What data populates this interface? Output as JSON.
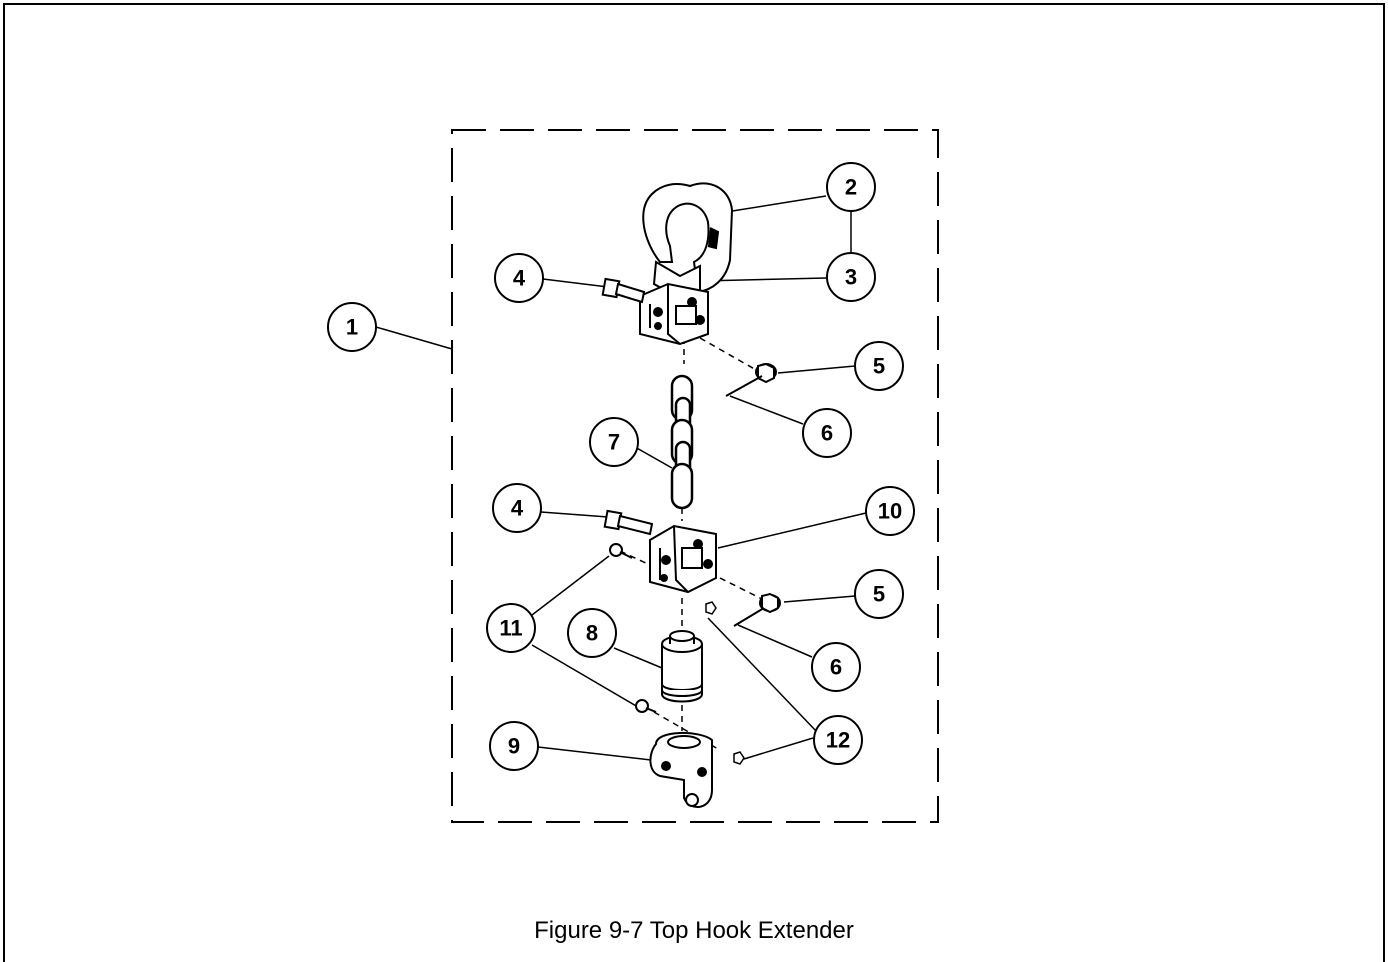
{
  "figure": {
    "caption": "Figure 9-7 Top Hook Extender"
  },
  "callouts": {
    "c1": "1",
    "c2": "2",
    "c3": "3",
    "c4a": "4",
    "c4b": "4",
    "c5a": "5",
    "c5b": "5",
    "c6a": "6",
    "c6b": "6",
    "c7": "7",
    "c8": "8",
    "c9": "9",
    "c10": "10",
    "c11": "11",
    "c12": "12"
  }
}
